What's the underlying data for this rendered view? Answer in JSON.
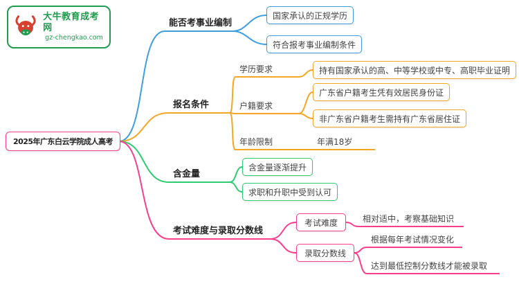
{
  "page": {
    "background": "#ffffff"
  },
  "brand": {
    "name": "大牛教育成考网",
    "domain": "gz-chengkao.com",
    "colors": {
      "green": "#1f9d4f",
      "red": "#d8402f"
    }
  },
  "mindmap": {
    "root": {
      "label": "2025年广东白云学院成人高考",
      "color": "#fb3d8c"
    },
    "branches": [
      {
        "label": "能否考事业编制",
        "color": "#3d9fe0",
        "children": [
          {
            "label": "国家承认的正规学历"
          },
          {
            "label": "符合报考事业编制条件"
          }
        ]
      },
      {
        "label": "报名条件",
        "color": "#f5a623",
        "children": [
          {
            "label": "学历要求",
            "children": [
              {
                "label": "持有国家承认的高、中等学校或中专、高职毕业证明"
              }
            ]
          },
          {
            "label": "户籍要求",
            "children": [
              {
                "label": "广东省户籍考生凭有效居民身份证"
              },
              {
                "label": "非广东省户籍考生需持有广东省居住证"
              }
            ]
          },
          {
            "label": "年龄限制",
            "children": [
              {
                "label": "年满18岁"
              }
            ]
          }
        ]
      },
      {
        "label": "含金量",
        "color": "#2ecc71",
        "children": [
          {
            "label": "含金量逐渐提升"
          },
          {
            "label": "求职和升职中受到认可"
          }
        ]
      },
      {
        "label": "考试难度与录取分数线",
        "color": "#fb3d8c",
        "children": [
          {
            "label": "考试难度",
            "children": [
              {
                "label": "相对适中，考察基础知识"
              }
            ]
          },
          {
            "label": "录取分数线",
            "children": [
              {
                "label": "根据每年考试情况变化"
              },
              {
                "label": "达到最低控制分数线才能被录取"
              }
            ]
          }
        ]
      }
    ]
  }
}
